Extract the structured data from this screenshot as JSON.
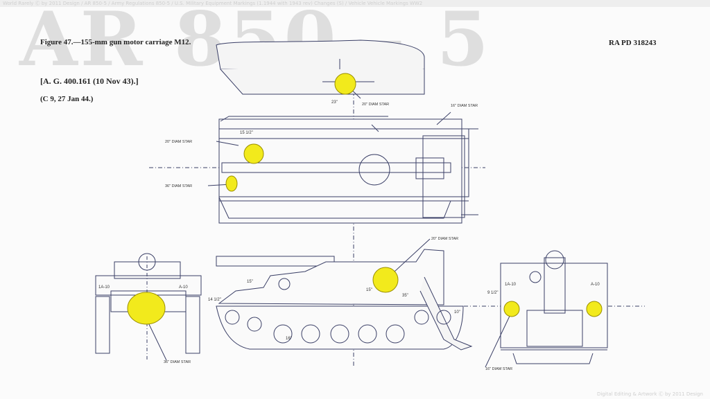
{
  "header": {
    "banner_text": "World Rarely Ⓒ by 2011 Design / AR 850-5 / Army Regulations 850-5 / U.S. Military Equipment Markings (1.1944 with 1943 rev) Changes (S) / Vehicle Vehicle Markings WW2",
    "watermark": "AR 850 – 5"
  },
  "document": {
    "figure_caption": "Figure 47.—155-mm gun motor carriage M12.",
    "ref_code": "RA PD 318243",
    "ag_ref": "[A. G. 400.161 (10 Nov 43).]",
    "change_ref": "(C 9, 27 Jan 44.)"
  },
  "drawing": {
    "labels": {
      "star_20_rear": "20\" DIAM STAR",
      "star_16_top": "16\" DIAM STAR",
      "star_20_top": "20\" DIAM STAR",
      "star_36_top": "36\" DIAM STAR",
      "star_20_side": "20\" DIAM STAR",
      "star_36_front": "36\" DIAM STAR",
      "star_16_rear": "16\" DIAM STAR",
      "dim_23": "23\"",
      "dim_15_top": "15 1/2\"",
      "dim_15_side": "15\"",
      "dim_15_side_b": "15\"",
      "dim_15_front": "14 1/2\"",
      "dim_35": "35\"",
      "dim_10": "10\"",
      "dim_9": "9 1/2\"",
      "dim_16_side": "16\"",
      "front_left_mark": "1A-10",
      "front_right_mark": "A-10",
      "rear_left_mark": "1A-10",
      "rear_right_mark": "A-10"
    },
    "colors": {
      "star_fill": "#f2ea1c",
      "star_outline": "#9a8f00",
      "line": "#3a3f66"
    }
  },
  "footer": {
    "credit": "Digital Editing & Artwork Ⓒ by 2011 Design"
  }
}
